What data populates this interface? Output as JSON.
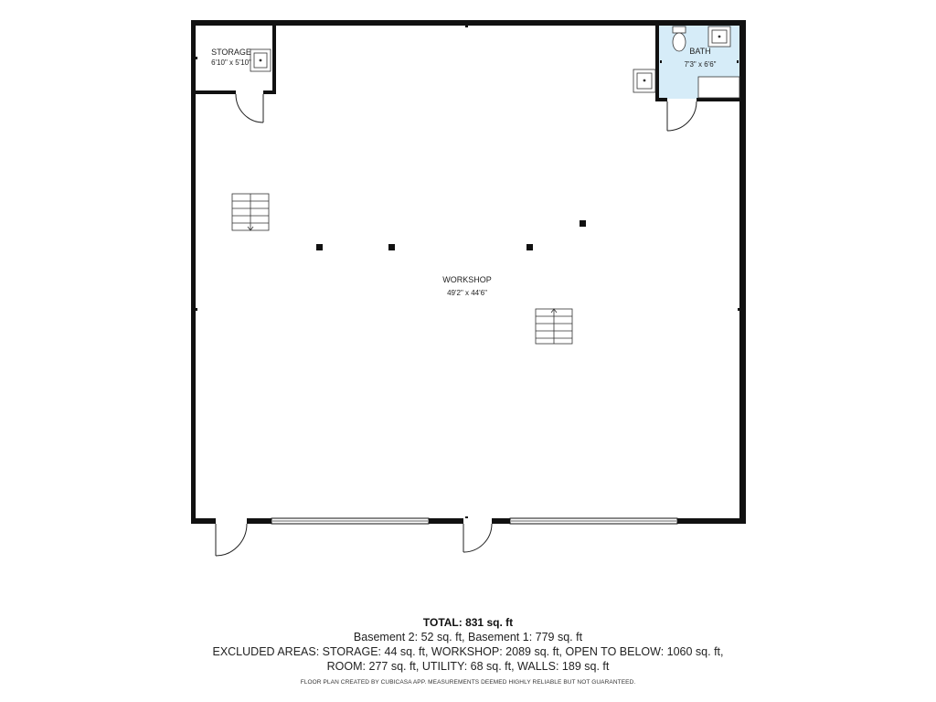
{
  "rooms": {
    "storage": {
      "name": "STORAGE",
      "dim": "6'10\" x 5'10\""
    },
    "bath": {
      "name": "BATH",
      "dim": "7'3\" x 6'6\""
    },
    "workshop": {
      "name": "WORKSHOP",
      "dim": "49'2\" x 44'6\""
    }
  },
  "colors": {
    "wall": "#111111",
    "bath_fill": "#d6ecf8",
    "window": "#9a9a9a"
  },
  "summary": {
    "total": "TOTAL: 831 sq. ft",
    "line1": "Basement 2: 52 sq. ft, Basement 1: 779 sq. ft",
    "line2": "EXCLUDED AREAS: STORAGE: 44 sq. ft, WORKSHOP: 2089 sq. ft, OPEN TO BELOW: 1060 sq. ft,",
    "line3": "ROOM: 277 sq. ft, UTILITY: 68 sq. ft, WALLS: 189 sq. ft",
    "credit": "FLOOR PLAN CREATED BY CUBICASA APP. MEASUREMENTS DEEMED HIGHLY RELIABLE BUT NOT GUARANTEED."
  }
}
